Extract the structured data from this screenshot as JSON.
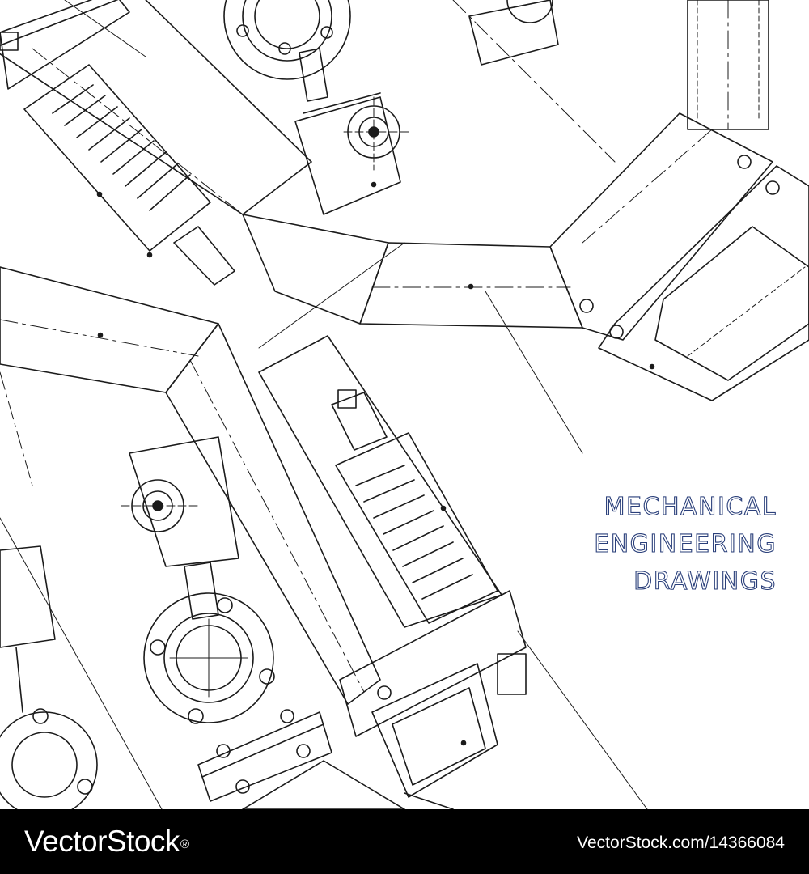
{
  "title": {
    "lines": [
      "MECHANICAL",
      "ENGINEERING",
      "DRAWINGS"
    ]
  },
  "footer": {
    "brand": "VectorStock",
    "registered_mark": "®",
    "image_id": "VectorStock.com/14366084"
  },
  "colors": {
    "line": "#1b1b1b",
    "title_outline": "#2a3f7a",
    "footer_bg": "#000000",
    "footer_text": "#ffffff"
  }
}
